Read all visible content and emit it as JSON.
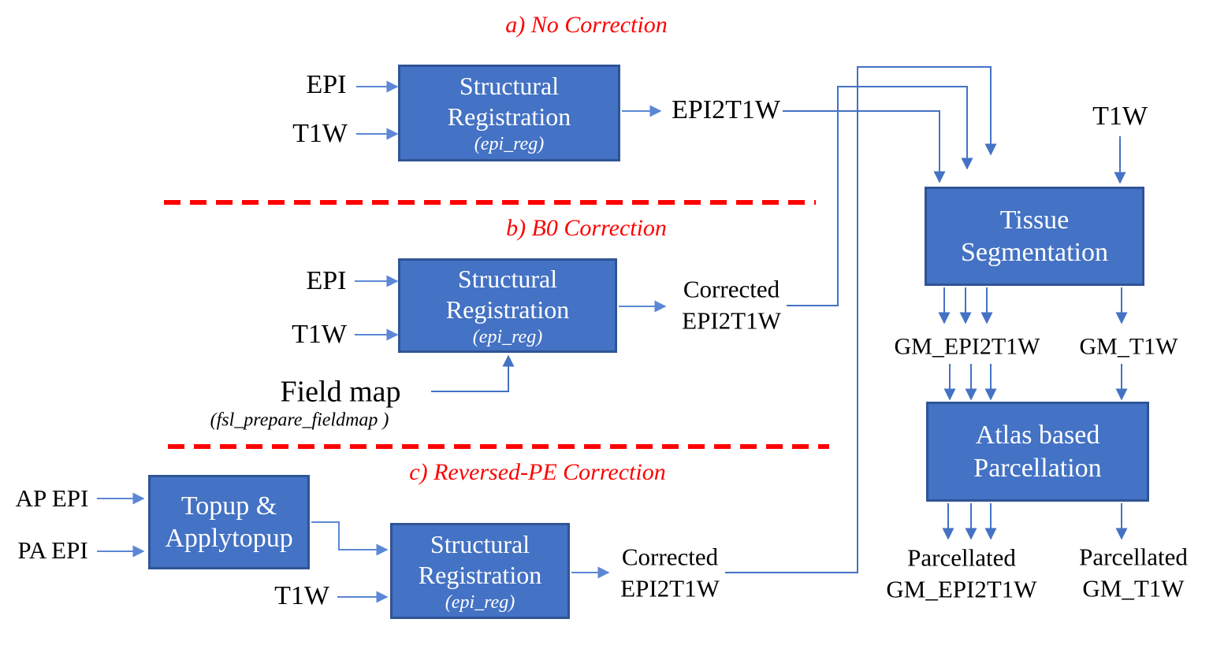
{
  "colors": {
    "box_fill": "#4472C4",
    "box_border": "#2F5496",
    "connector_blue": "#4472C4",
    "input_arrow_blue": "#5B87D5",
    "divider_red": "#FF0000",
    "title_red": "#FF0000",
    "box_text": "#FFFFFF",
    "label_text": "#000000"
  },
  "sections": {
    "a": {
      "title": "a) No Correction",
      "input_epi": "EPI",
      "input_t1w": "T1W",
      "box": {
        "line1": "Structural",
        "line2": "Registration",
        "subtitle": "(epi_reg)"
      },
      "output": "EPI2T1W"
    },
    "b": {
      "title": "b) B0 Correction",
      "input_epi": "EPI",
      "input_t1w": "T1W",
      "box": {
        "line1": "Structural",
        "line2": "Registration",
        "subtitle": "(epi_reg)"
      },
      "fieldmap": {
        "label": "Field map",
        "tool": "(fsl_prepare_fieldmap )"
      },
      "output_line1": "Corrected",
      "output_line2": "EPI2T1W"
    },
    "c": {
      "title": "c) Reversed-PE Correction",
      "input_ap": "AP EPI",
      "input_pa": "PA EPI",
      "input_t1w": "T1W",
      "topup_box": {
        "line1": "Topup &",
        "line2": "Applytopup"
      },
      "box": {
        "line1": "Structural",
        "line2": "Registration",
        "subtitle": "(epi_reg)"
      },
      "output_line1": "Corrected",
      "output_line2": "EPI2T1W"
    }
  },
  "pipeline_right": {
    "t1w_input": "T1W",
    "tissue_box": {
      "line1": "Tissue",
      "line2": "Segmentation"
    },
    "gm_epi2t1w": "GM_EPI2T1W",
    "gm_t1w": "GM_T1W",
    "atlas_box": {
      "line1": "Atlas based",
      "line2": "Parcellation"
    },
    "parcellated_left": {
      "line1": "Parcellated",
      "line2": "GM_EPI2T1W"
    },
    "parcellated_right": {
      "line1": "Parcellated",
      "line2": "GM_T1W"
    }
  }
}
